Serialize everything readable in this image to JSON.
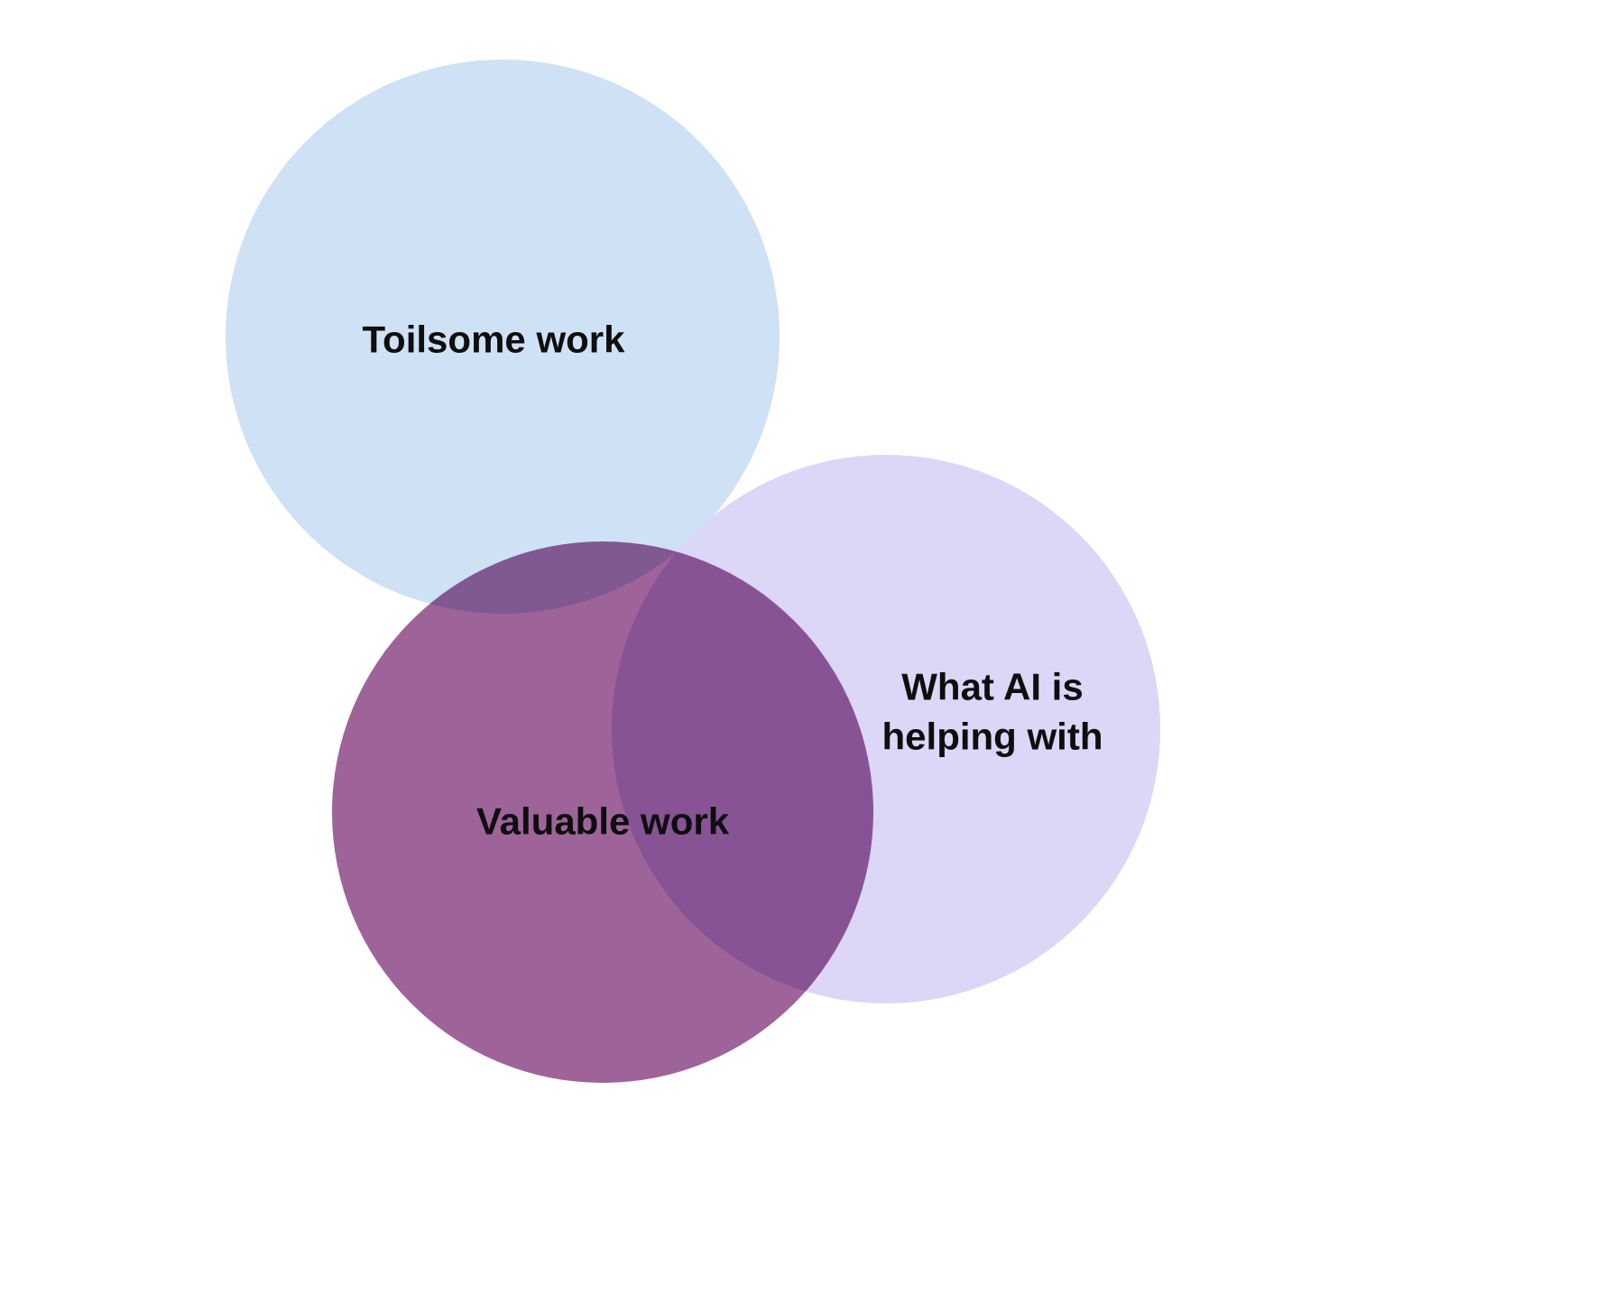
{
  "diagram": {
    "type": "venn",
    "background_color": "#ffffff",
    "label_color": "#0e0e0e",
    "circles": [
      {
        "id": "toilsome-work",
        "label": "Toilsome work",
        "color": "#cfe1f4"
      },
      {
        "id": "what-ai-is-helping-with",
        "label": "What AI is helping with",
        "color": "#dcd6f7"
      },
      {
        "id": "valuable-work",
        "label": "Valuable work",
        "color": "#9e6399"
      }
    ]
  }
}
